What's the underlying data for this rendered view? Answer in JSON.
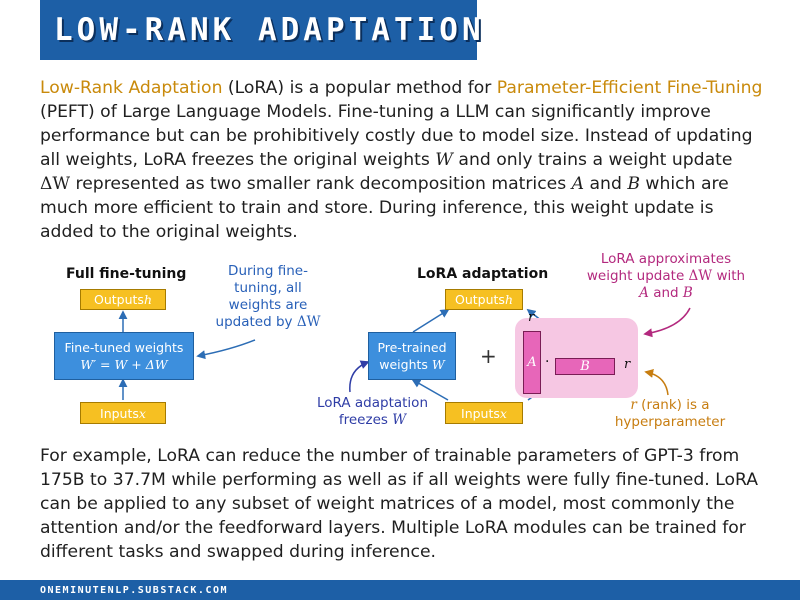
{
  "banner": {
    "title": "LOW-RANK ADAPTATION"
  },
  "intro": {
    "t1": "Low-Rank Adaptation",
    "t2": " (LoRA) is a popular method for ",
    "t3": "Parameter-Efficient Fine-Tuning",
    "t4": " (PEFT) of Large Language Models. Fine-tuning a LLM can significantly improve performance but can be prohibitively costly due to model size. Instead of updating all weights, LoRA freezes the original weights ",
    "w1": "W",
    "t5": " and only trains a weight update ",
    "dw": "ΔW",
    "t6": " represented as two smaller rank decomposition matrices ",
    "a": "A",
    "t7": " and ",
    "b": "B",
    "t8": " which are much more efficient to train and store. During inference, this weight update is added to the original weights."
  },
  "full": {
    "heading": "Full fine-tuning",
    "outputs_label": "Outputs ",
    "outputs_var": "h",
    "box_line1": "Fine-tuned weights",
    "box_line2": "W′ = W + ΔW",
    "inputs_label": "Inputs ",
    "inputs_var": "x",
    "note_text": "During fine-tuning, all weights are updated by ",
    "note_var": "ΔW"
  },
  "lora": {
    "heading": "LoRA adaptation",
    "outputs_label": "Outputs ",
    "outputs_var": "h",
    "box_line1": "Pre-trained",
    "box_line2": "weights ",
    "box_var": "W",
    "inputs_label": "Inputs ",
    "inputs_var": "x",
    "plus": "+",
    "matrix_a": "A",
    "matrix_b": "B",
    "dot": "·",
    "r": "r",
    "r2": "r",
    "freeze_text": "LoRA adaptation freezes ",
    "freeze_var": "W",
    "approx_text1": "LoRA approximates weight update ",
    "approx_var1": "ΔW",
    "approx_text2": " with ",
    "approx_var2": "A",
    "approx_text3": " and ",
    "approx_var3": "B",
    "rank_var": "r",
    "rank_text": " (rank) is a hyperparameter"
  },
  "outro": {
    "text": "For example, LoRA can reduce the number of trainable parameters of GPT-3 from 175B to 37.7M while performing as well as if all weights were fully fine-tuned. LoRA can be applied to any subset of weight matrices of a model, most commonly the attention and/or the feedforward layers. Multiple LoRA modules can be trained for different tasks and swapped during inference."
  },
  "footer": {
    "text": "ONEMINUTENLP.SUBSTACK.COM"
  },
  "colors": {
    "brand_blue": "#1d5fa6",
    "highlight": "#c98a0b",
    "yellow_box": "#f6c022",
    "blue_box": "#3d8fdd",
    "pink_matrix": "#e766b9",
    "pink_region": "#f6c7e3"
  }
}
